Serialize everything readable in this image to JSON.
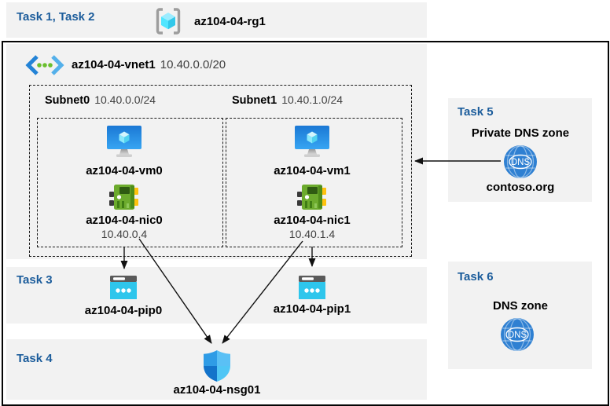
{
  "header": {
    "tasks_label": "Task 1, Task 2",
    "resource_group": "az104-04-rg1"
  },
  "vnet": {
    "name": "az104-04-vnet1",
    "cidr": "10.40.0.0/20"
  },
  "subnets": [
    {
      "name": "Subnet0",
      "cidr": "10.40.0.0/24",
      "vm": "az104-04-vm0",
      "nic": "az104-04-nic0",
      "nic_ip": "10.40.0.4"
    },
    {
      "name": "Subnet1",
      "cidr": "10.40.1.0/24",
      "vm": "az104-04-vm1",
      "nic": "az104-04-nic1",
      "nic_ip": "10.40.1.4"
    }
  ],
  "task3": {
    "label": "Task 3",
    "pip0": "az104-04-pip0",
    "pip1": "az104-04-pip1"
  },
  "task4": {
    "label": "Task 4",
    "nsg": "az104-04-nsg01"
  },
  "task5": {
    "label": "Task 5",
    "title": "Private DNS zone",
    "icon_text": "DNS",
    "domain": "contoso.org"
  },
  "task6": {
    "label": "Task 6",
    "title": "DNS zone",
    "icon_text": "DNS"
  },
  "arrows": [
    {
      "from": "az104-04-nic0",
      "to": "az104-04-pip0"
    },
    {
      "from": "az104-04-nic1",
      "to": "az104-04-pip1"
    },
    {
      "from": "az104-04-nic0",
      "to": "az104-04-nsg01"
    },
    {
      "from": "az104-04-nic1",
      "to": "az104-04-nsg01"
    },
    {
      "from": "contoso.org private DNS zone",
      "to": "Subnet1"
    }
  ],
  "colors": {
    "task_heading": "#1b5c9b",
    "band_background": "#f2f2f2",
    "secondary_text": "#3f3f3f"
  }
}
